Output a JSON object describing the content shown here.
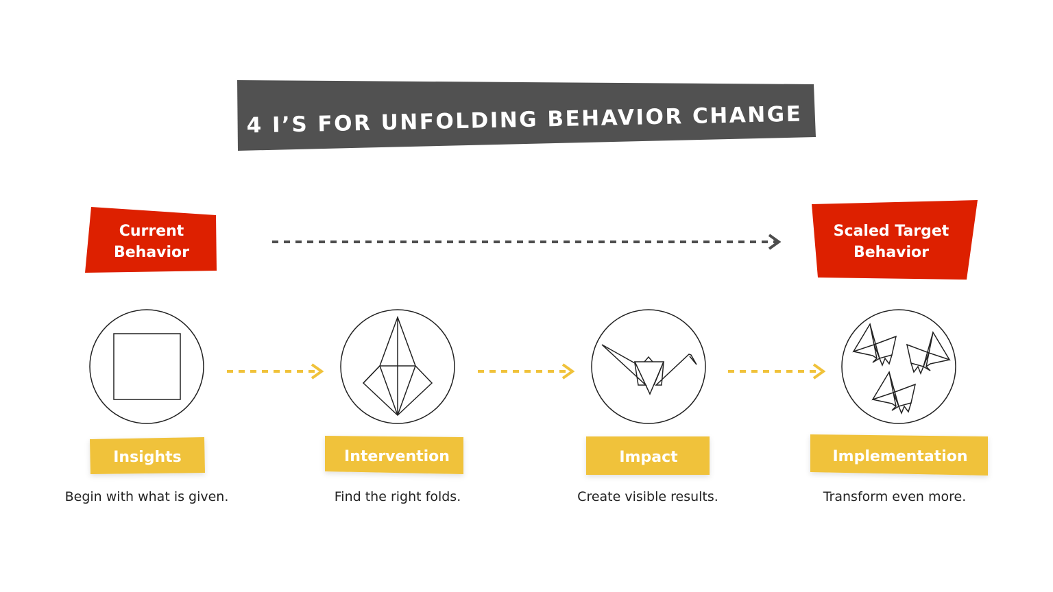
{
  "title": "4 I’S FOR UNFOLDING BEHAVIOR CHANGE",
  "start": {
    "line1": "Current",
    "line2": "Behavior"
  },
  "end": {
    "line1": "Scaled Target",
    "line2": "Behavior"
  },
  "colors": {
    "banner": "#515151",
    "red": "#dd2000",
    "yellow": "#f0c23a",
    "arrow_gray": "#4d4d4d"
  },
  "steps": [
    {
      "label": "Insights",
      "caption": "Begin with what is given.",
      "icon": "paper-square-icon"
    },
    {
      "label": "Intervention",
      "caption": "Find the right folds.",
      "icon": "folded-base-icon"
    },
    {
      "label": "Impact",
      "caption": "Create visible results.",
      "icon": "paper-crane-icon"
    },
    {
      "label": "Implementation",
      "caption": "Transform even more.",
      "icon": "crane-flock-icon"
    }
  ]
}
